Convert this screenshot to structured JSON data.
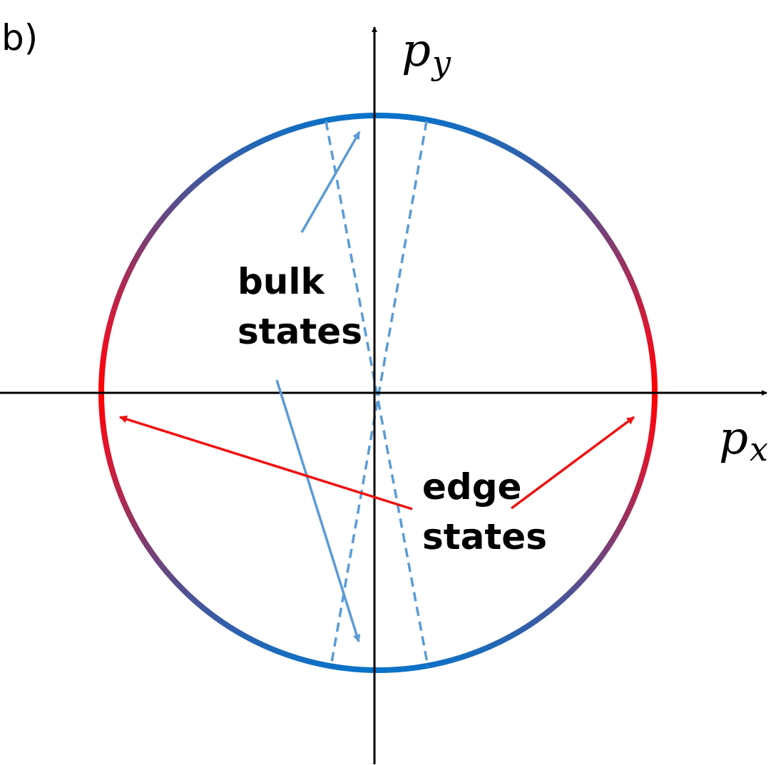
{
  "panel_label": "b)",
  "axes": {
    "x_label": {
      "main": "p",
      "sub": "x"
    },
    "y_label": {
      "main": "p",
      "sub": "y"
    }
  },
  "annotations": {
    "bulk": {
      "line1": "bulk",
      "line2": "states"
    },
    "edge": {
      "line1": "edge",
      "line2": "states"
    }
  },
  "colors": {
    "axis": "#000000",
    "ring_edge": "#ff0000",
    "ring_pole": "#0a72c8",
    "bulk_arrow": "#5b9bd5",
    "edge_arrow": "#ee1111",
    "dashed": "#5b9bd5"
  }
}
